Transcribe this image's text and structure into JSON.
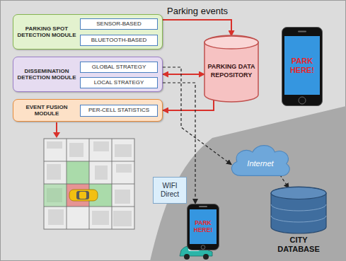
{
  "diagram": {
    "nodes": [
      {
        "text": [
          "PARKING SPOT DETECTION MODULE"
        ]
      },
      {
        "text": [
          "SENSOR-BASED"
        ],
        "in": 0
      },
      {
        "text": [
          "BLUETOOTH-BASED"
        ],
        "in": 0
      },
      {
        "text": [
          "DISSEMINATION DETECTION MODULE"
        ]
      },
      {
        "text": [
          "GLOBAL STRATEGY"
        ],
        "in": 3
      },
      {
        "text": [
          "LOCAL STRATEGY"
        ],
        "in": 3
      },
      {
        "text": [
          "EVENT FUSION MODULE"
        ]
      },
      {
        "text": [
          "PER-CELL STATISTICS"
        ],
        "in": 6
      },
      {
        "text": [
          "PARKING DATA REPOSITORY"
        ]
      },
      {
        "text": [
          "PARK HERE!"
        ]
      },
      {
        "text": [
          "Internet"
        ]
      },
      {
        "text": [
          "WIFI Direct"
        ]
      },
      {
        "text": [
          "PARK HERE!"
        ]
      },
      {
        "text": [
          "CITY DATABASE"
        ]
      }
    ],
    "edges": [
      {
        "from": 0,
        "to": 8,
        "arrow": "to",
        "label": "Parking events"
      },
      {
        "from": 3,
        "to": 8,
        "arrow": "both"
      },
      {
        "from": 8,
        "to": 6,
        "arrow": "to"
      },
      {
        "from": 4,
        "to": 10,
        "arrow": "to"
      },
      {
        "from": 10,
        "to": 13,
        "arrow": "to"
      },
      {
        "from": 5,
        "to": 12,
        "arrow": "to"
      }
    ]
  }
}
